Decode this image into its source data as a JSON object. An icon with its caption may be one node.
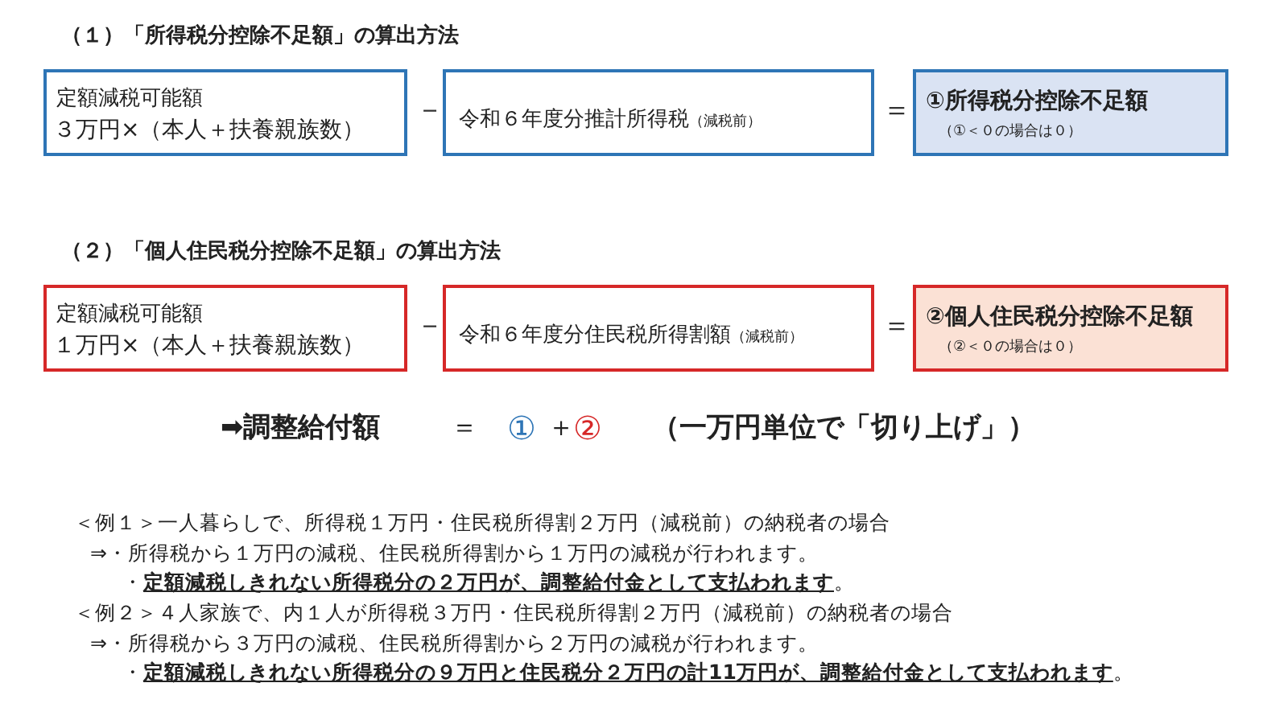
{
  "diagram": {
    "nodes": [
      {
        "text": [
          "定額減税可能額",
          "３万円×（本人＋扶養親族数）"
        ]
      },
      {
        "text": [
          "令和６年度分推計所得税",
          "（減税前）"
        ]
      },
      {
        "text": [
          "①所得税分控除不足額",
          "（①＜０の場合は０）"
        ]
      },
      {
        "text": [
          "定額減税可能額",
          "１万円×（本人＋扶養親族数）"
        ]
      },
      {
        "text": [
          "令和６年度分住民税所得割額",
          "（減税前）"
        ]
      },
      {
        "text": [
          "②個人住民税分控除不足額",
          "（②＜０の場合は０）"
        ]
      }
    ],
    "labels": [
      "（１）「所得税分控除不足額」の算出方法",
      "－",
      "＝",
      "（２）「個人住民税分控除不足額」の算出方法",
      "－",
      "＝",
      "➡調整給付額",
      "＝",
      "①",
      "＋",
      "②",
      "（一万円単位で「切り上げ」）",
      "＜例１＞一人暮らしで、所得税１万円・住民税所得割２万円（減税前）の納税者の場合",
      "⇒・所得税から１万円の減税、住民税所得割から１万円の減税が行われます。",
      "・**定額減税しきれない所得税分の２万円が、調整給付金として支払われます**。",
      "＜例２＞４人家族で、内１人が所得税３万円・住民税所得割２万円（減税前）の納税者の場合",
      "⇒・所得税から３万円の減税、住民税所得割から２万円の減税が行われます。",
      "・**定額減税しきれない所得税分の９万円と住民税分２万円の計11万円が、調整給付金として支払われます**。"
    ]
  }
}
